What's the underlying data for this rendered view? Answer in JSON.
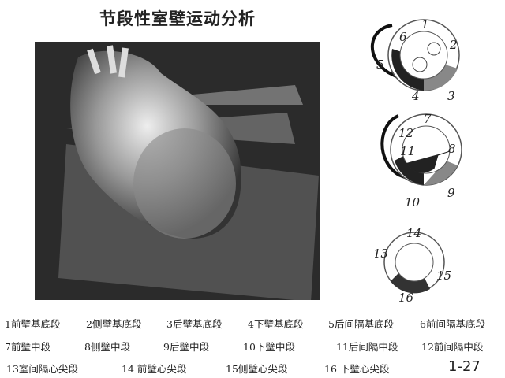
{
  "title": "节段性室壁运动分析",
  "diagrams": {
    "basal": [
      "1",
      "2",
      "3",
      "4",
      "5",
      "6"
    ],
    "mid": [
      "7",
      "8",
      "9",
      "10",
      "11",
      "12"
    ],
    "apical": [
      "13",
      "14",
      "15",
      "16"
    ]
  },
  "legend": [
    [
      "1前壁基底段",
      "2侧壁基底段",
      "3后壁基底段",
      "4下壁基底段",
      "5后间隔基底段",
      "6前间隔基底段"
    ],
    [
      "7前壁中段",
      "8侧壁中段",
      "9后壁中段",
      "10下壁中段",
      "11后间隔中段",
      "12前间隔中段"
    ],
    [
      "13室间隔心尖段",
      "14 前壁心尖段",
      "15侧壁心尖段",
      "16 下壁心尖段"
    ]
  ],
  "slide_number": "1-27"
}
